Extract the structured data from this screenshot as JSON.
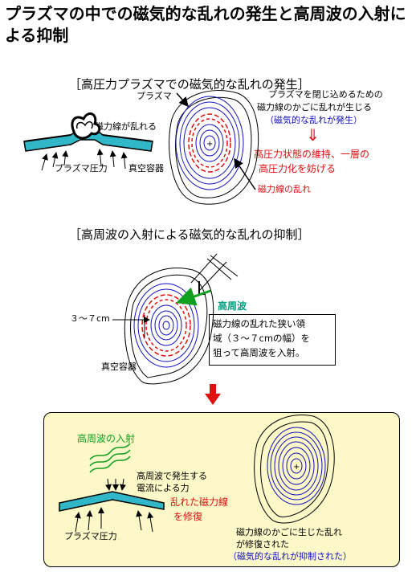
{
  "title": "プラズマの中での磁気的な乱れの発生と高周波の入射による抑制",
  "section1": {
    "heading": "［高圧力プラズマでの磁気的な乱れの発生］",
    "label_plasma": "プラズマ",
    "label_field_disturbed": "磁力線が乱れる",
    "label_pressure": "プラズマ圧力",
    "label_vessel": "真空容器",
    "note_line1": "プラズマを閉じ込めるための",
    "note_line2": "磁力線のかごに乱れが生じる",
    "note_line3": "（磁気的な乱れが発生）",
    "arrow_symbol": "⇓",
    "effect_line1": "高圧力状態の維持、一層の",
    "effect_line2": "高圧力化を妨げる",
    "label_field_disorder": "磁力線の乱れ"
  },
  "section2": {
    "heading": "［高周波の入射による磁気的な乱れの抑制］",
    "label_width": "３～７cm",
    "label_rf": "高周波",
    "label_vessel": "真空容器",
    "callout_line1": "磁力線の乱れた狭い領",
    "callout_line2": "域（３～７cmの幅）を",
    "callout_line3": "狙って高周波を入射。"
  },
  "section3": {
    "label_rf_injection": "高周波の入射",
    "label_force_line1": "高周波で発生する",
    "label_force_line2": "電流による力",
    "label_repair_line1": "乱れた磁力線",
    "label_repair_line2": "を修復",
    "label_pressure": "プラズマ圧力",
    "result_line1": "磁力線のかごに生じた乱れ",
    "result_line2": "が修復された",
    "result_line3": "（磁気的な乱れが抑制された）"
  },
  "colors": {
    "red": "#e01010",
    "blue": "#1010c0",
    "green": "#10a020",
    "teal": "#00a080",
    "cyan": "#30b8c8",
    "panel": "#fdf8c8"
  }
}
